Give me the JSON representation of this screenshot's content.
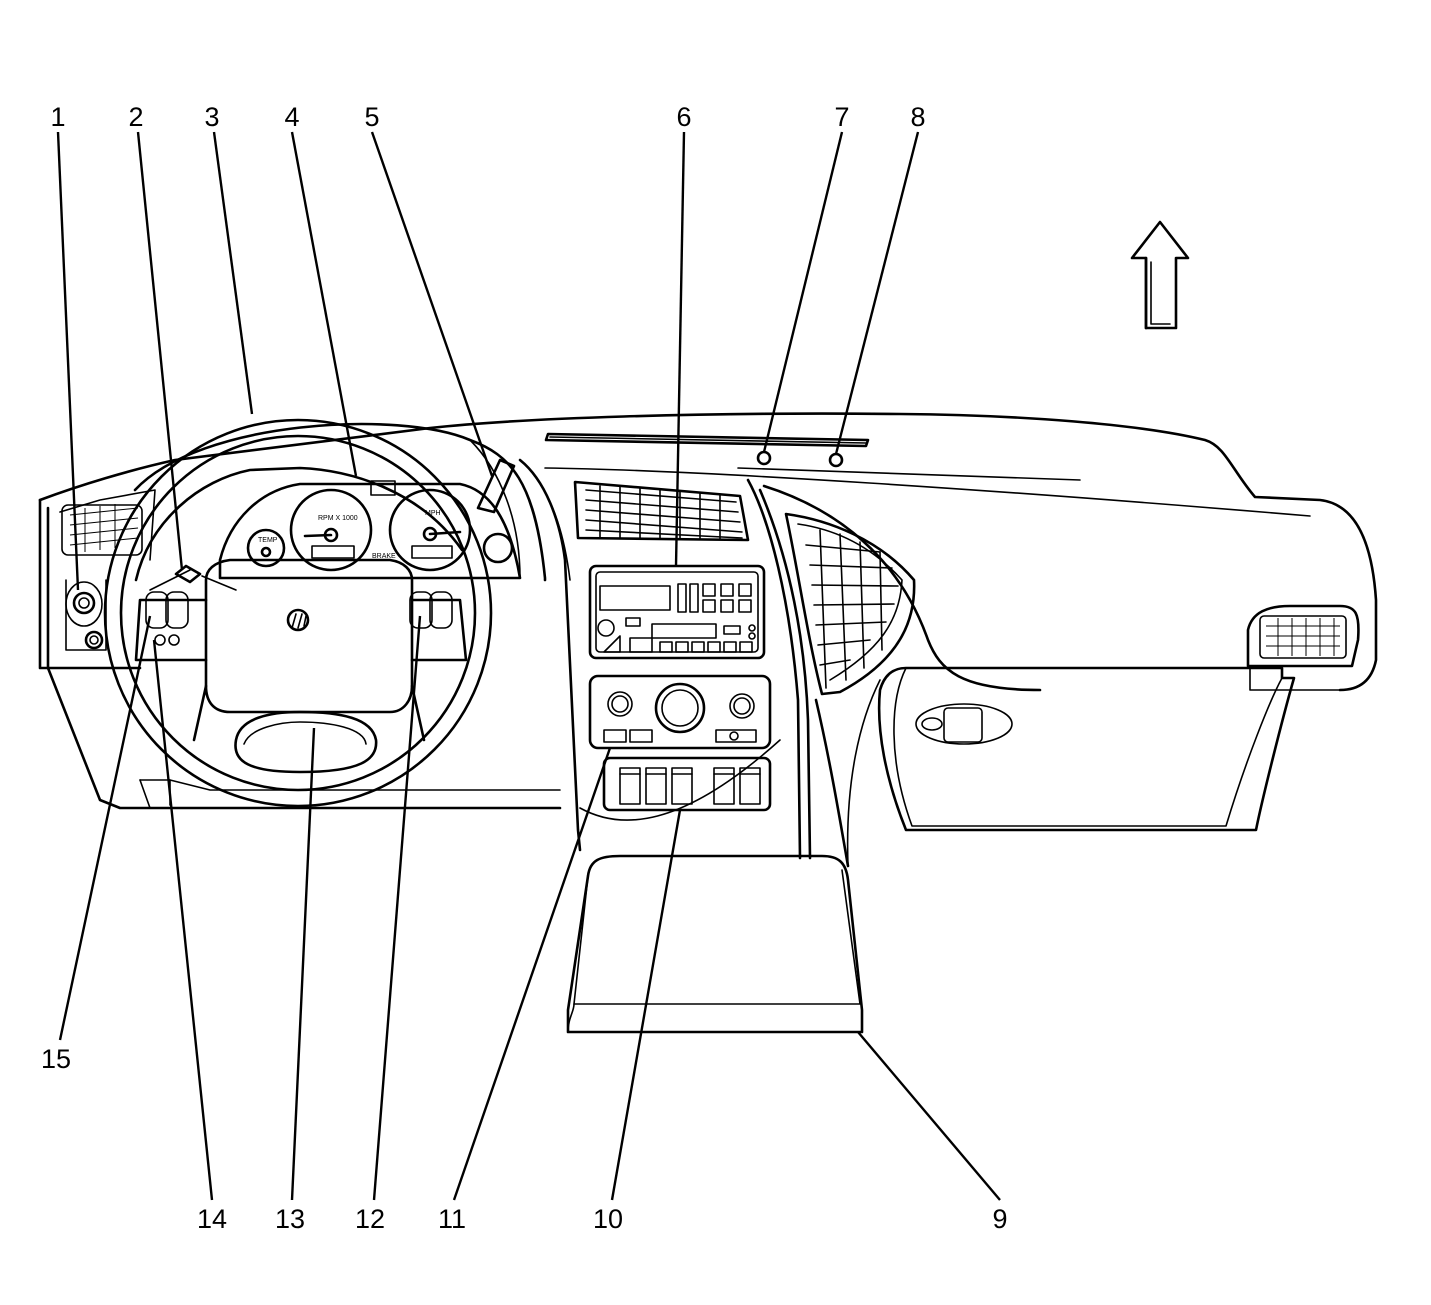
{
  "callouts": [
    "1",
    "2",
    "3",
    "4",
    "5",
    "6",
    "7",
    "8",
    "9",
    "10",
    "11",
    "12",
    "13",
    "14",
    "15"
  ],
  "gauge_labels": {
    "rpm": "RPM X 1000",
    "mph": "MPH",
    "temp": "TEMP",
    "brake": "BRAKE"
  },
  "icons": [
    "up-arrow-icon",
    "buick-logo-icon"
  ]
}
